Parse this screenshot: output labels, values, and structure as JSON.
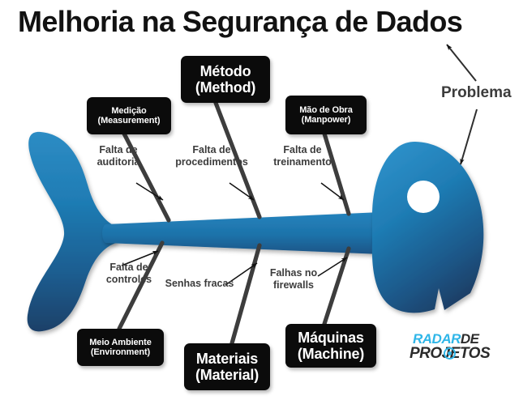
{
  "title": "Melhoria na Segurança de Dados",
  "problem_label": "Problema",
  "categories_top": [
    {
      "name": "measurement",
      "line1": "Medição",
      "line2": "(Measurement)",
      "size": "small"
    },
    {
      "name": "method",
      "line1": "Método",
      "line2": "(Method)",
      "size": "big"
    },
    {
      "name": "manpower",
      "line1": "Mão de Obra",
      "line2": "(Manpower)",
      "size": "small"
    }
  ],
  "categories_bottom": [
    {
      "name": "environment",
      "line1": "Meio Ambiente",
      "line2": "(Environment)",
      "size": "small"
    },
    {
      "name": "material",
      "line1": "Materiais",
      "line2": "(Material)",
      "size": "big"
    },
    {
      "name": "machine",
      "line1": "Máquinas",
      "line2": "(Machine)",
      "size": "big"
    }
  ],
  "causes_top": [
    {
      "name": "cause-falta-auditoria",
      "line1": "Falta de",
      "line2": "auditoria"
    },
    {
      "name": "cause-falta-procedimentos",
      "line1": "Falta de",
      "line2": "procedimentos"
    },
    {
      "name": "cause-falta-treinamento",
      "line1": "Falta de",
      "line2": "treinamento"
    }
  ],
  "causes_bottom": [
    {
      "name": "cause-falta-controles",
      "line1": "Falta de",
      "line2": "controles"
    },
    {
      "name": "cause-senhas-fracas",
      "line1": "Senhas fracas",
      "line2": ""
    },
    {
      "name": "cause-falhas-firewalls",
      "line1": "Falhas no",
      "line2": "firewalls"
    }
  ],
  "logo": {
    "word1": "RADAR",
    "word2": "DE",
    "word3": "PROJETOS",
    "accent_color": "#2fb6e8",
    "dark_color": "#2b2b2b"
  },
  "colors": {
    "fish_light": "#2483bd",
    "fish_mid": "#1a6fa4",
    "fish_dark": "#1b4570",
    "bone": "#3d3d3d",
    "box_bg": "#0b0b0b",
    "text_gray": "#3c3c3c",
    "title_color": "#121212",
    "background": "#ffffff"
  }
}
